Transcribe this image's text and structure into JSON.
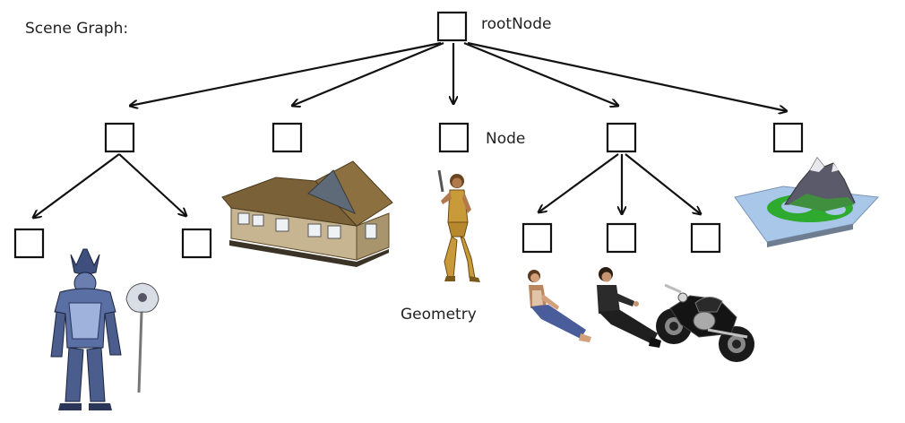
{
  "diagram": {
    "title": "Scene Graph:",
    "root_label": "rootNode",
    "node_label": "Node",
    "geometry_label": "Geometry"
  },
  "colors": {
    "node_stroke": "#111111",
    "edge": "#111111",
    "armor": "#4a5d8c",
    "house_roof": "#7a6138",
    "house_wall": "#c7b491",
    "heroine": "#b8892c",
    "terrain_base": "#a9c7e8",
    "terrain_green": "#2eaa2e",
    "mountain": "#5a5a6a"
  },
  "icons": {
    "warrior": "armored-warrior-icon",
    "house": "house-model-icon",
    "heroine": "heroine-figure-icon",
    "sitting_woman": "sitting-woman-icon",
    "sitting_man": "sitting-man-icon",
    "motorcycle": "motorcycle-icon",
    "terrain": "terrain-island-icon"
  }
}
